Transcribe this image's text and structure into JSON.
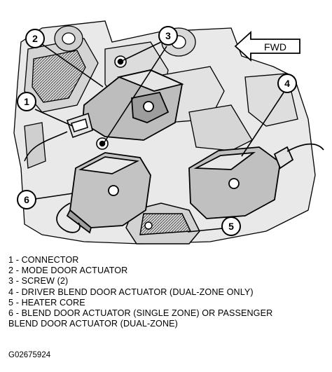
{
  "callouts": [
    "1",
    "2",
    "3",
    "4",
    "5",
    "6"
  ],
  "direction_label": "FWD",
  "legend": [
    "1 - CONNECTOR",
    "2 - MODE DOOR ACTUATOR",
    "3 - SCREW (2)",
    "4 - DRIVER BLEND DOOR ACTUATOR (DUAL-ZONE ONLY)",
    "5 - HEATER CORE",
    "6 - BLEND DOOR ACTUATOR (SINGLE ZONE) OR PASSENGER",
    "BLEND DOOR ACTUATOR (DUAL-ZONE)"
  ],
  "figure_id": "G02675924"
}
